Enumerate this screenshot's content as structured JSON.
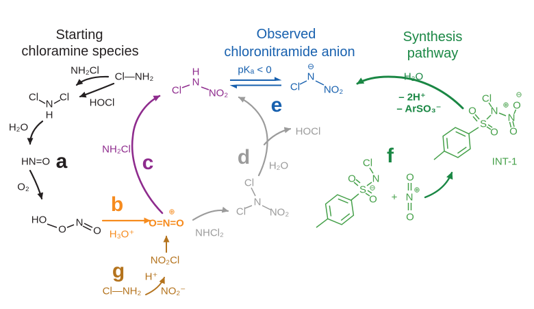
{
  "colors": {
    "black": "#231f20",
    "blue": "#1760ae",
    "purple": "#8e2b8d",
    "orange": "#f68b1e",
    "brown": "#b4731d",
    "gray": "#9b9b9b",
    "green_dark": "#1a8744",
    "green_structure": "#45a049",
    "background": "#ffffff"
  },
  "headings": {
    "starting1": "Starting",
    "starting2": "chloramine species",
    "observed1": "Observed",
    "observed2": "chloronitramide anion",
    "synthesis1": "Synthesis",
    "synthesis2": "pathway"
  },
  "steps": {
    "a": "a",
    "b": "b",
    "c": "c",
    "d": "d",
    "e": "e",
    "f": "f",
    "g": "g"
  },
  "labels": {
    "nh2cl_top": "NH₂Cl",
    "clnh2_top": "Cl—NH₂",
    "hocl_top": "HOCl",
    "h2o_left": "H₂O",
    "hno": "HN=O",
    "o2": "O₂",
    "h3o": "H₃O⁺",
    "nh2cl_c": "NH₂Cl",
    "pka": "pKₐ < 0",
    "nhcl2": "NHCl₂",
    "h2o_d": "H₂O",
    "hocl_d": "HOCl",
    "h2o_syn": "H₂O",
    "minus_2h": "– 2H⁺",
    "minus_arso3": "– ArSO₃⁻",
    "int1": "INT-1",
    "plus": "+",
    "no2cl": "NO₂Cl",
    "h_plus": "H⁺",
    "no2_minus": "NO₂⁻",
    "clnh2_g": "Cl—NH₂"
  },
  "atoms": {
    "dichloramine": {
      "cl1": "Cl",
      "n": "N",
      "cl2": "Cl",
      "h": "H"
    },
    "hoono": {
      "ho": "HO",
      "o1": "O",
      "n": "N",
      "o2": "O"
    },
    "nitronium": {
      "formula": "O=N=O",
      "charge": "⊕"
    },
    "chloronitramide": {
      "h": "H",
      "n": "N",
      "cl": "Cl",
      "no2": "NO₂"
    },
    "anion": {
      "charge": "⊖",
      "n": "N",
      "cl": "Cl",
      "no2": "NO₂"
    },
    "dichloronitramide": {
      "cl1": "Cl",
      "n": "N",
      "cl2": "Cl",
      "no2": "NO₂"
    },
    "chloramine_t": {
      "cl": "Cl",
      "n": "N",
      "charge": "⊖",
      "o1": "O",
      "s": "S",
      "o2": "O"
    },
    "nitronium_v": {
      "o1": "O",
      "n": "N",
      "charge": "⊕",
      "o2": "O"
    },
    "int1": {
      "cl": "Cl",
      "n1": "N",
      "plus": "⊕",
      "o_top": "O",
      "minus": "⊖",
      "n2": "N",
      "o_bottom": "O",
      "o_left": "O",
      "s": "S",
      "o_right": "O"
    }
  }
}
